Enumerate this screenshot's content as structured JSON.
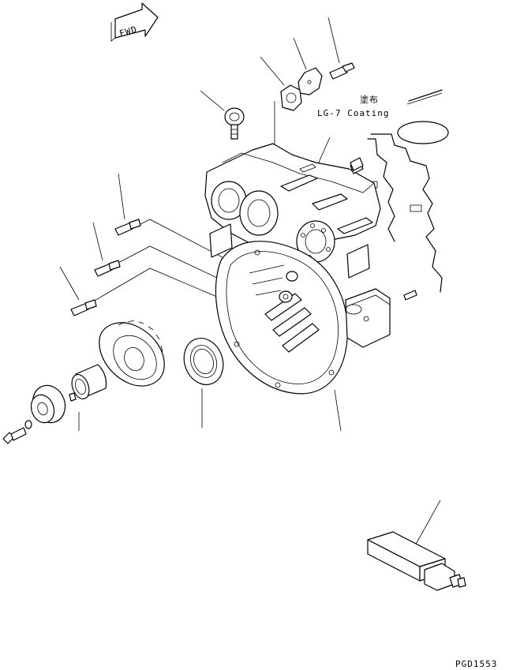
{
  "direction_arrow": {
    "label": "FWD"
  },
  "callouts": {
    "coating_jp": "塗布",
    "coating_en": "LG-7 Coating"
  },
  "footer": {
    "drawing_code": "PGD1553"
  }
}
